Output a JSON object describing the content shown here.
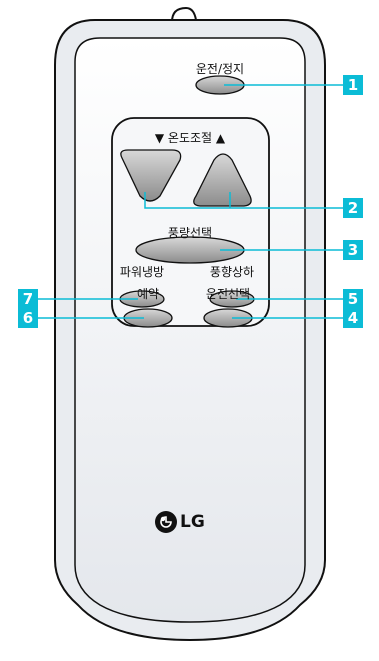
{
  "remote": {
    "brand": "LG",
    "buttons": {
      "power": "운전/정지",
      "temp": "▼ 온도조절 ▲",
      "fan_speed": "풍량선택",
      "mode": "운전선택",
      "timer": "예약",
      "swing": "풍향상하",
      "power_cool": "파워냉방"
    }
  },
  "callouts": [
    "1",
    "2",
    "3",
    "4",
    "5",
    "6",
    "7"
  ],
  "colors": {
    "accent": "#0bbcd6",
    "button_gray": "#9a9a9a",
    "body_outline": "#111111"
  }
}
